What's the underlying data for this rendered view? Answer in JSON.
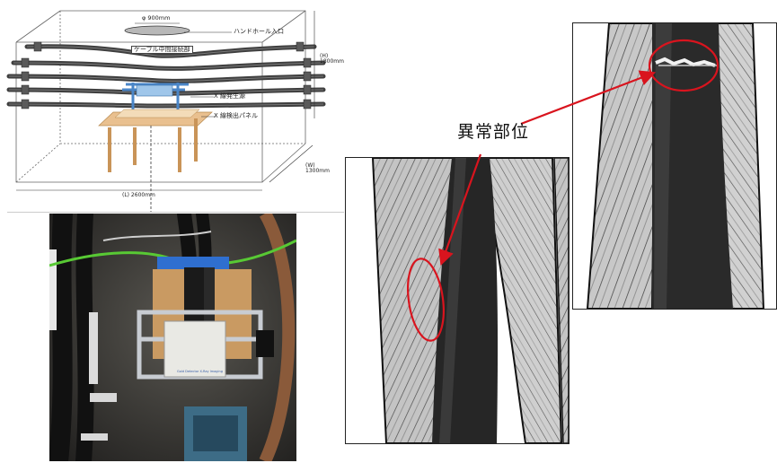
{
  "diagram": {
    "labels": {
      "diameter": "φ 900mm",
      "handhole_entrance": "ハンドホール入口",
      "cable_joint": "ケーブル中間接続部",
      "xray_source": "X 線発生源",
      "xray_panel": "X 線検出パネル",
      "height_dim": "(H)\n1800mm",
      "width_dim": "(W)\n1300mm",
      "length_dim": "(L) 2600mm"
    }
  },
  "photo": {
    "device_label": "Gold Detector X-Ray Imaging"
  },
  "callout": {
    "label": "異常部位"
  },
  "colors": {
    "highlight": "#d9141e",
    "frame": "#4a86c8",
    "wood": "#e9c08f",
    "cable": "#444444"
  }
}
